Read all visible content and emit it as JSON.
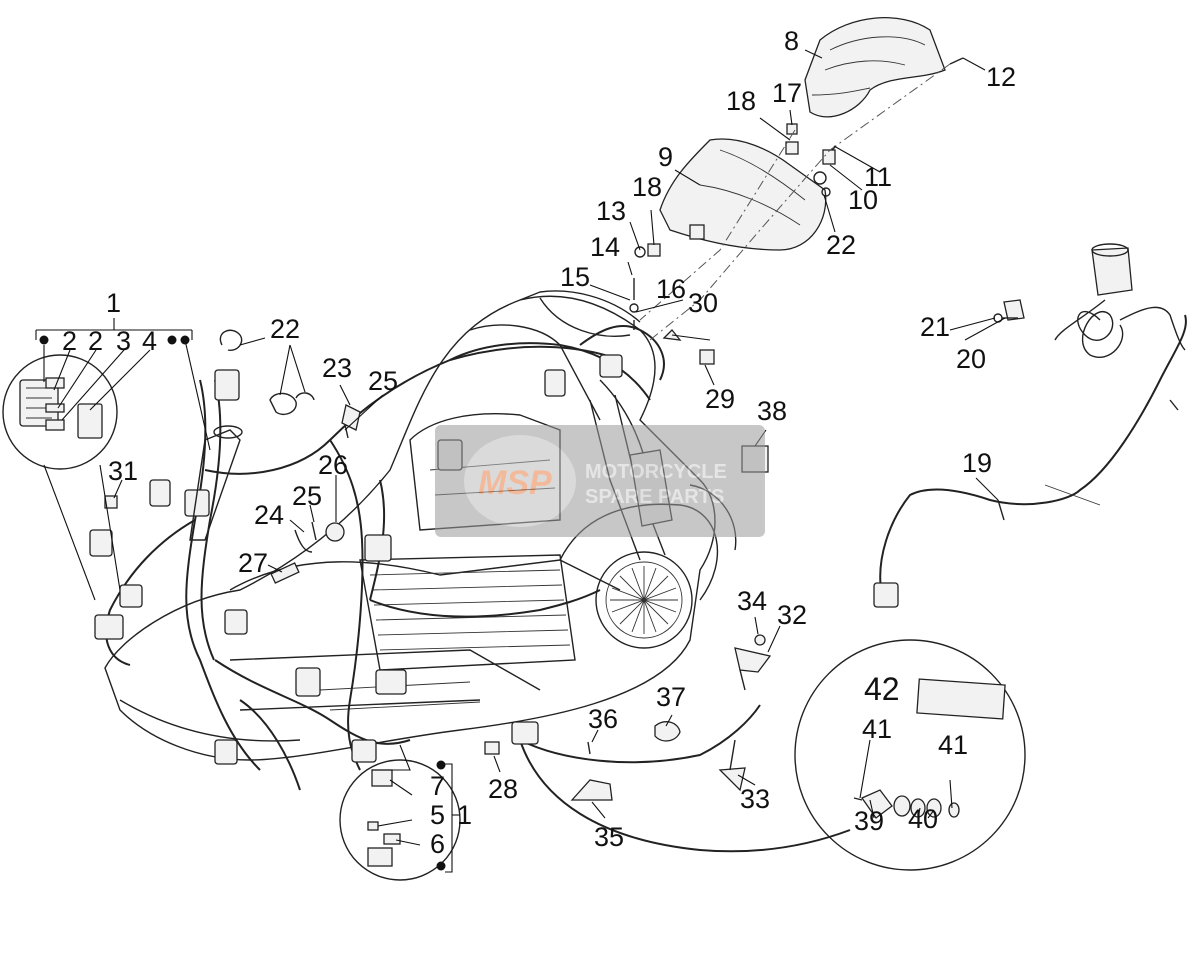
{
  "labels": {
    "l1a": "1",
    "l1b": "1",
    "l2a": "2",
    "l2b": "2",
    "l3": "3",
    "l4": "4",
    "l5": "5",
    "l6": "6",
    "l7": "7",
    "l8": "8",
    "l9": "9",
    "l10": "10",
    "l11": "11",
    "l12": "12",
    "l13": "13",
    "l14": "14",
    "l15": "15",
    "l16": "16",
    "l17": "17",
    "l18a": "18",
    "l18b": "18",
    "l19": "19",
    "l20": "20",
    "l21": "21",
    "l22a": "22",
    "l22b": "22",
    "l23": "23",
    "l24": "24",
    "l25a": "25",
    "l25b": "25",
    "l26": "26",
    "l27": "27",
    "l28": "28",
    "l29": "29",
    "l30": "30",
    "l31": "31",
    "l32": "32",
    "l33": "33",
    "l34": "34",
    "l35": "35",
    "l36": "36",
    "l37": "37",
    "l38": "38",
    "l39": "39",
    "l40": "40",
    "l41a": "41",
    "l41b": "41",
    "l42": "42"
  },
  "watermark": {
    "logo": "MSP",
    "line1": "MOTORCYCLE",
    "line2": "SPARE PARTS"
  },
  "colors": {
    "line": "#222222",
    "watermark_bg": "#9a9a9a",
    "watermark_logo": "#e9834a"
  }
}
